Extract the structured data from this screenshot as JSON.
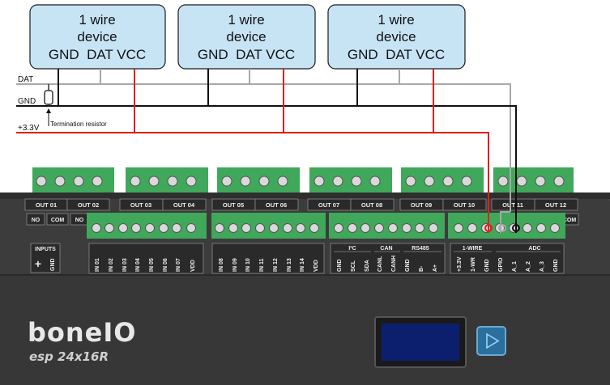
{
  "devices": [
    {
      "line1": "1 wire",
      "line2": "device",
      "line3": "GND  DAT VCC"
    },
    {
      "line1": "1 wire",
      "line2": "device",
      "line3": "GND  DAT VCC"
    },
    {
      "line1": "1 wire",
      "line2": "device",
      "line3": "GND  DAT VCC"
    }
  ],
  "bus": {
    "dat_label": "DAT",
    "gnd_label": "GND",
    "vcc_label": "+3.3V",
    "termination_label": "Termination resistor",
    "colors": {
      "dat": "#a8a8a8",
      "gnd": "#111111",
      "vcc": "#e0201a"
    }
  },
  "board": {
    "brand": "boneIO",
    "model": "esp 24x16R",
    "out_headers": [
      "OUT 01",
      "OUT 02",
      "OUT 03",
      "OUT 04",
      "OUT 05",
      "OUT 06",
      "OUT 07",
      "OUT 08",
      "OUT 09",
      "OUT 10",
      "OUT 11",
      "OUT 12"
    ],
    "relay_pins": [
      "NO",
      "COM",
      "NO"
    ],
    "relay_pins_right": "COM",
    "inputs_header": "INPUTS",
    "inputs_plus": "+",
    "inputs_gnd": "GND",
    "inputs_group1": [
      "IN 01",
      "IN 02",
      "IN 03",
      "IN 04",
      "IN 05",
      "IN 06",
      "IN 07",
      "VDD"
    ],
    "inputs_group2": [
      "IN 08",
      "IN 09",
      "IN 10",
      "IN 11",
      "IN 12",
      "IN 13",
      "IN 14",
      "VDD"
    ],
    "bus_headers": [
      "I²C",
      "CAN",
      "RS485"
    ],
    "bus_pins": [
      "GND",
      "SCL",
      "SDA",
      "CANL",
      "CANH",
      "GND",
      "B-",
      "A+"
    ],
    "right_headers": [
      "1-WIRE",
      "ADC"
    ],
    "right_pins": [
      "+3.3V",
      "1-WR",
      "GND",
      "GPIO",
      "A_1",
      "A_2",
      "A_3",
      "GND"
    ],
    "play_button": "play-button"
  }
}
